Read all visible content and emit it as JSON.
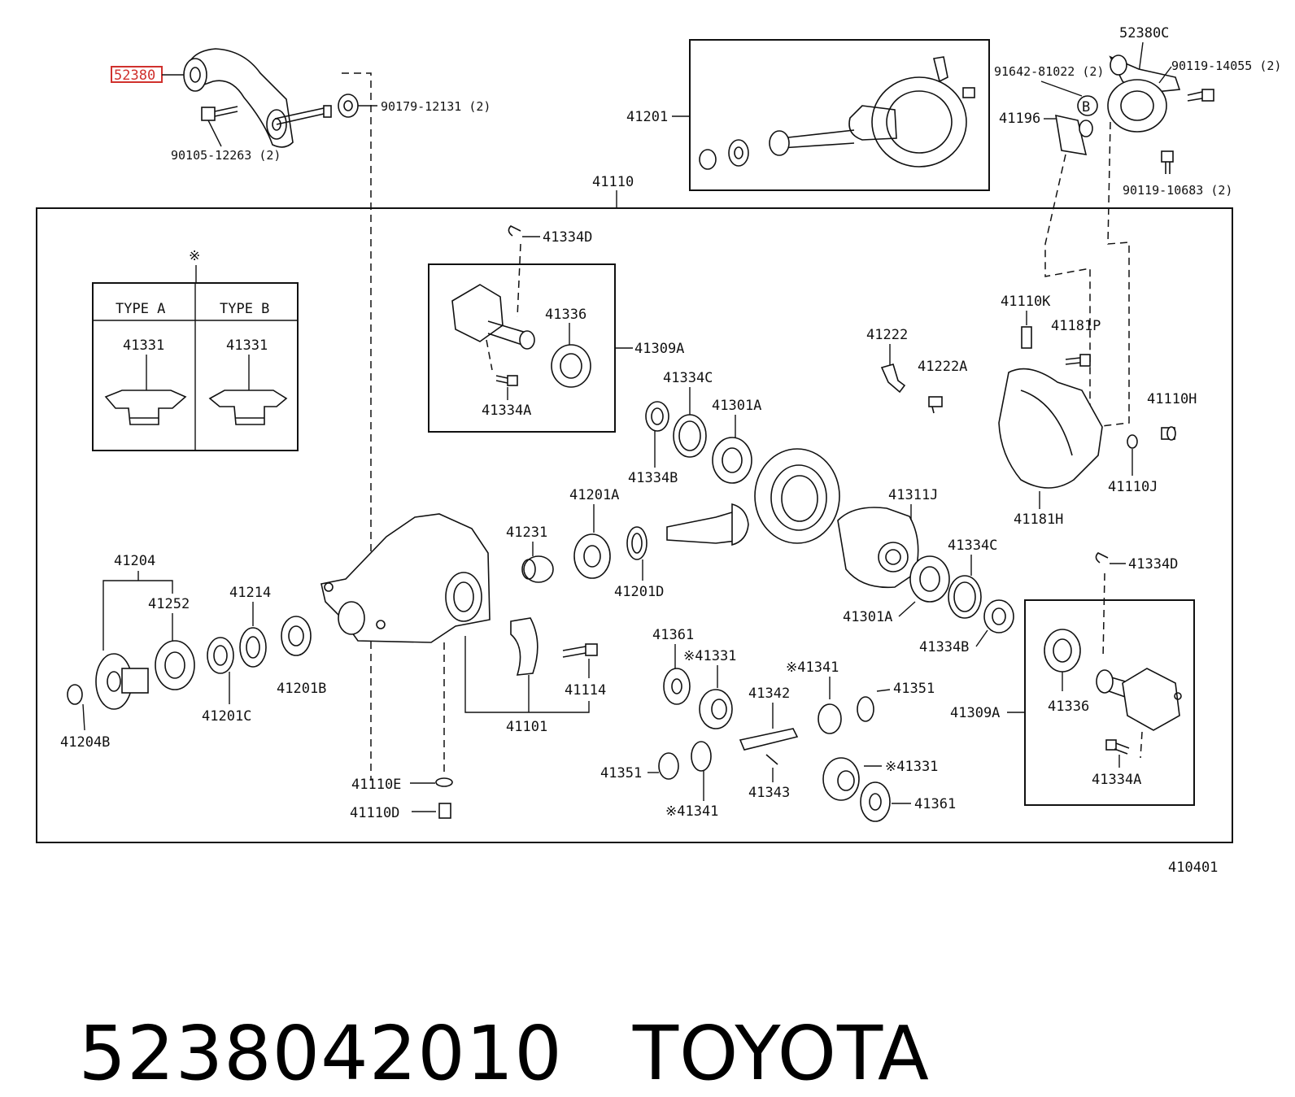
{
  "highlight_color": "#d0312d",
  "labels": {
    "p52380": "52380",
    "p90179": "90179-12131 (2)",
    "p90105": "90105-12263 (2)",
    "p41201": "41201",
    "p52380c": "52380C",
    "p91642": "91642-81022 (2)",
    "p90119a": "90119-14055 (2)",
    "p41196": "41196",
    "pB": "B",
    "p90119b": "90119-10683 (2)",
    "p41110": "41110",
    "ref_mark": "※",
    "type_a": "TYPE A",
    "type_b": "TYPE B",
    "p41331a": "41331",
    "p41331b": "41331",
    "p41334d_top": "41334D",
    "p41336_top": "41336",
    "p41309a_top": "41309A",
    "p41334a_top": "41334A",
    "p41334c_top": "41334C",
    "p41301a_top": "41301A",
    "p41334b_top": "41334B",
    "p41222": "41222",
    "p41222a": "41222A",
    "p41110k": "41110K",
    "p41181p": "41181P",
    "p41110h": "41110H",
    "p41110j": "41110J",
    "p41181h": "41181H",
    "p41201a": "41201A",
    "p41231": "41231",
    "p41201d": "41201D",
    "p41311j": "41311J",
    "p41334c_mid": "41334C",
    "p41301a_mid": "41301A",
    "p41334b_mid": "41334B",
    "p41334d_bot": "41334D",
    "p41204": "41204",
    "p41252": "41252",
    "p41214": "41214",
    "p41201c": "41201C",
    "p41201b": "41201B",
    "p41204b": "41204B",
    "p41101": "41101",
    "p41114": "41114",
    "p41361_top": "41361",
    "p41331_diff": "※41331",
    "p41341_top": "※41341",
    "p41342": "41342",
    "p41351_right": "41351",
    "p41351_left": "41351",
    "p41341_bot": "※41341",
    "p41343": "41343",
    "p41331_bot": "※41331",
    "p41361_bot": "41361",
    "p41110e": "41110E",
    "p41110d": "41110D",
    "p41309a_bot": "41309A",
    "p41336_bot": "41336",
    "p41334a_bot": "41334A",
    "fig_number": "410401"
  },
  "footer": {
    "part_number": "5238042010",
    "brand": "TOYOTA"
  }
}
